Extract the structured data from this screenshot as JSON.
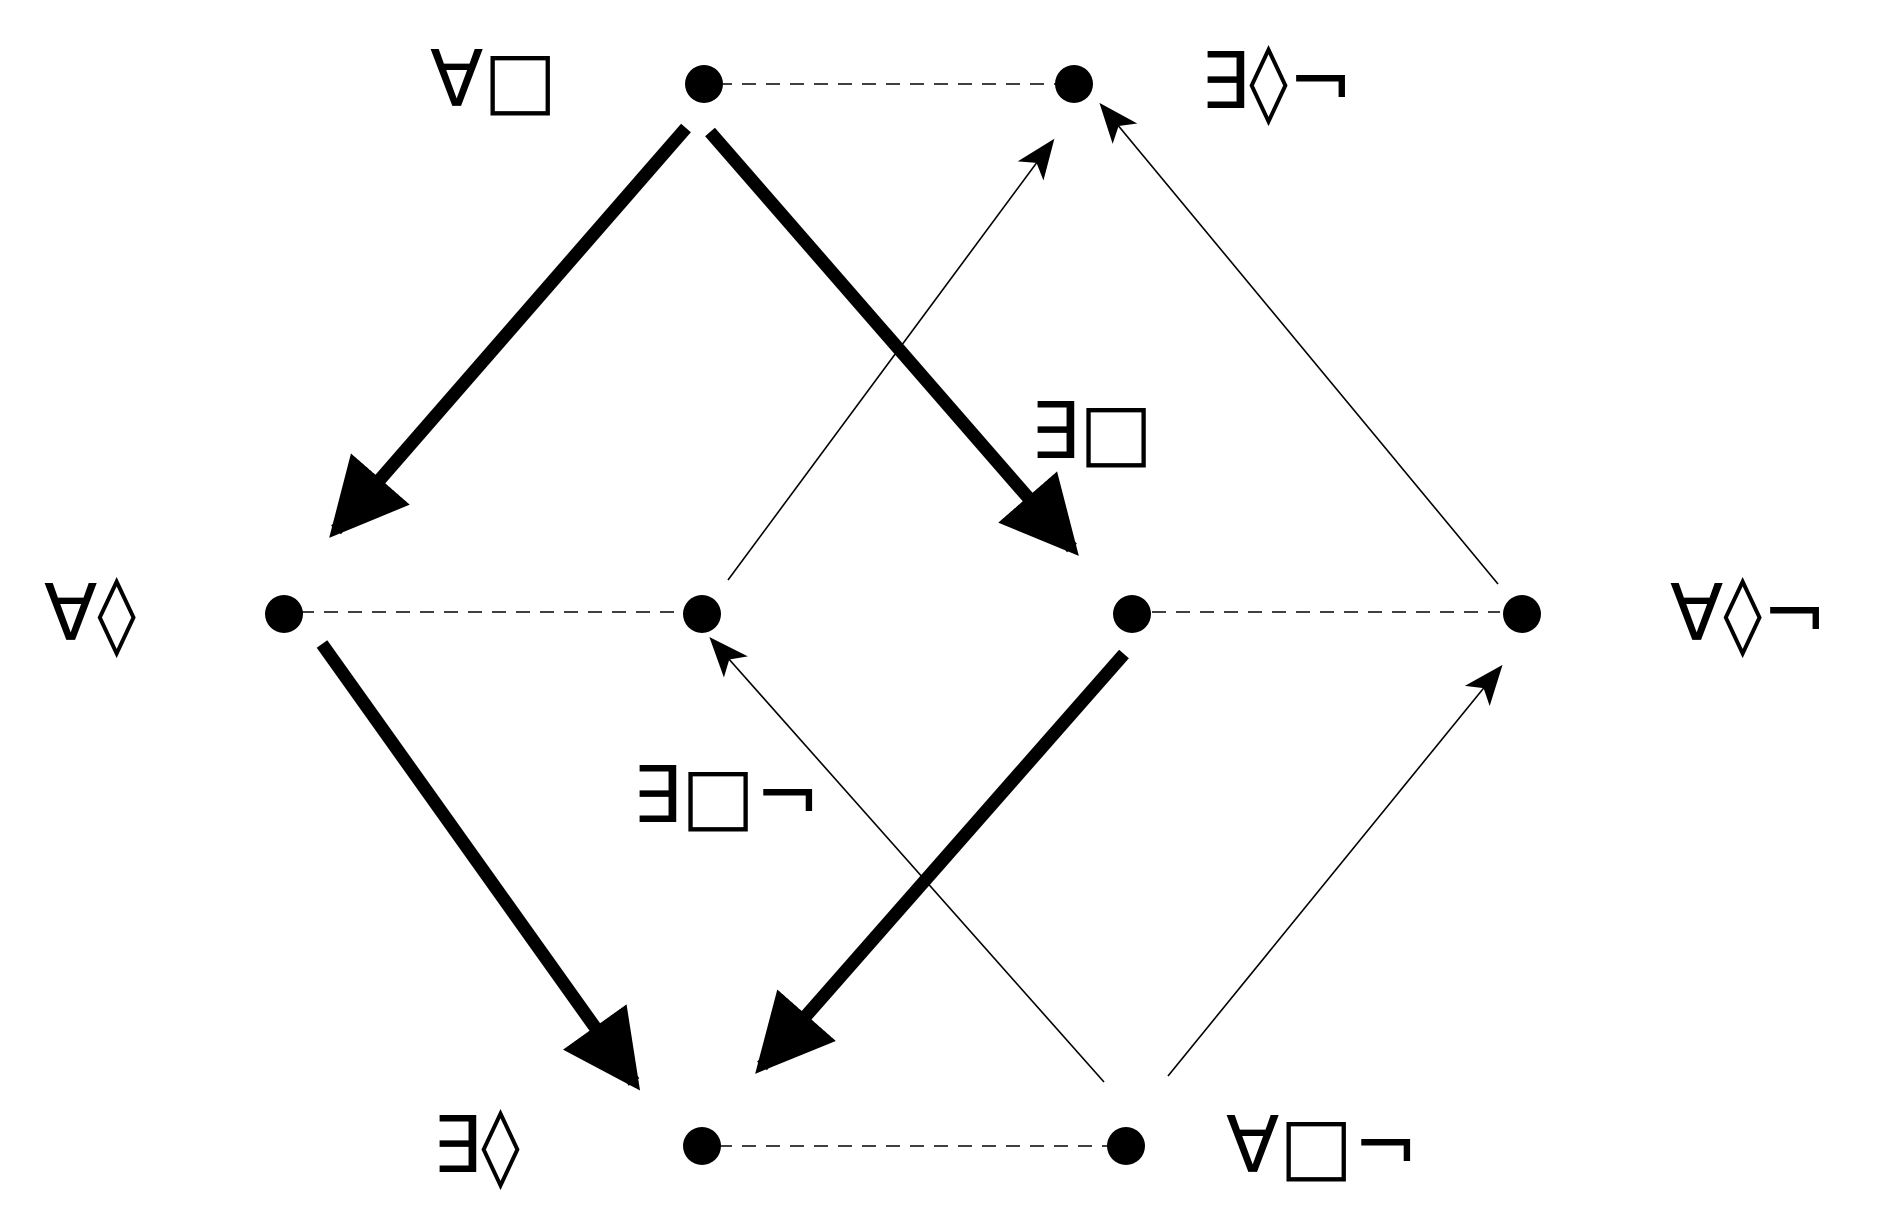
{
  "nodes": [
    {
      "id": "A",
      "label": "∀□"
    },
    {
      "id": "B",
      "label": "∃◊¬"
    },
    {
      "id": "C",
      "label": "∀◊"
    },
    {
      "id": "D",
      "label": ""
    },
    {
      "id": "E",
      "label": "∃□"
    },
    {
      "id": "F",
      "label": "∀◊¬"
    },
    {
      "id": "G",
      "label": "∃◊"
    },
    {
      "id": "H",
      "label": "∀□¬"
    },
    {
      "id": "D2",
      "label": "∃□¬"
    }
  ],
  "edges_thick": [
    {
      "from": "A",
      "to": "C"
    },
    {
      "from": "A",
      "to": "E"
    },
    {
      "from": "C",
      "to": "G"
    },
    {
      "from": "E",
      "to": "G"
    }
  ],
  "edges_thin": [
    {
      "from": "D",
      "to": "B"
    },
    {
      "from": "F",
      "to": "B"
    },
    {
      "from": "H",
      "to": "D"
    },
    {
      "from": "H",
      "to": "F"
    }
  ],
  "edges_dashed": [
    {
      "from": "A",
      "to": "B"
    },
    {
      "from": "C",
      "to": "D"
    },
    {
      "from": "E",
      "to": "F"
    },
    {
      "from": "G",
      "to": "H"
    }
  ]
}
